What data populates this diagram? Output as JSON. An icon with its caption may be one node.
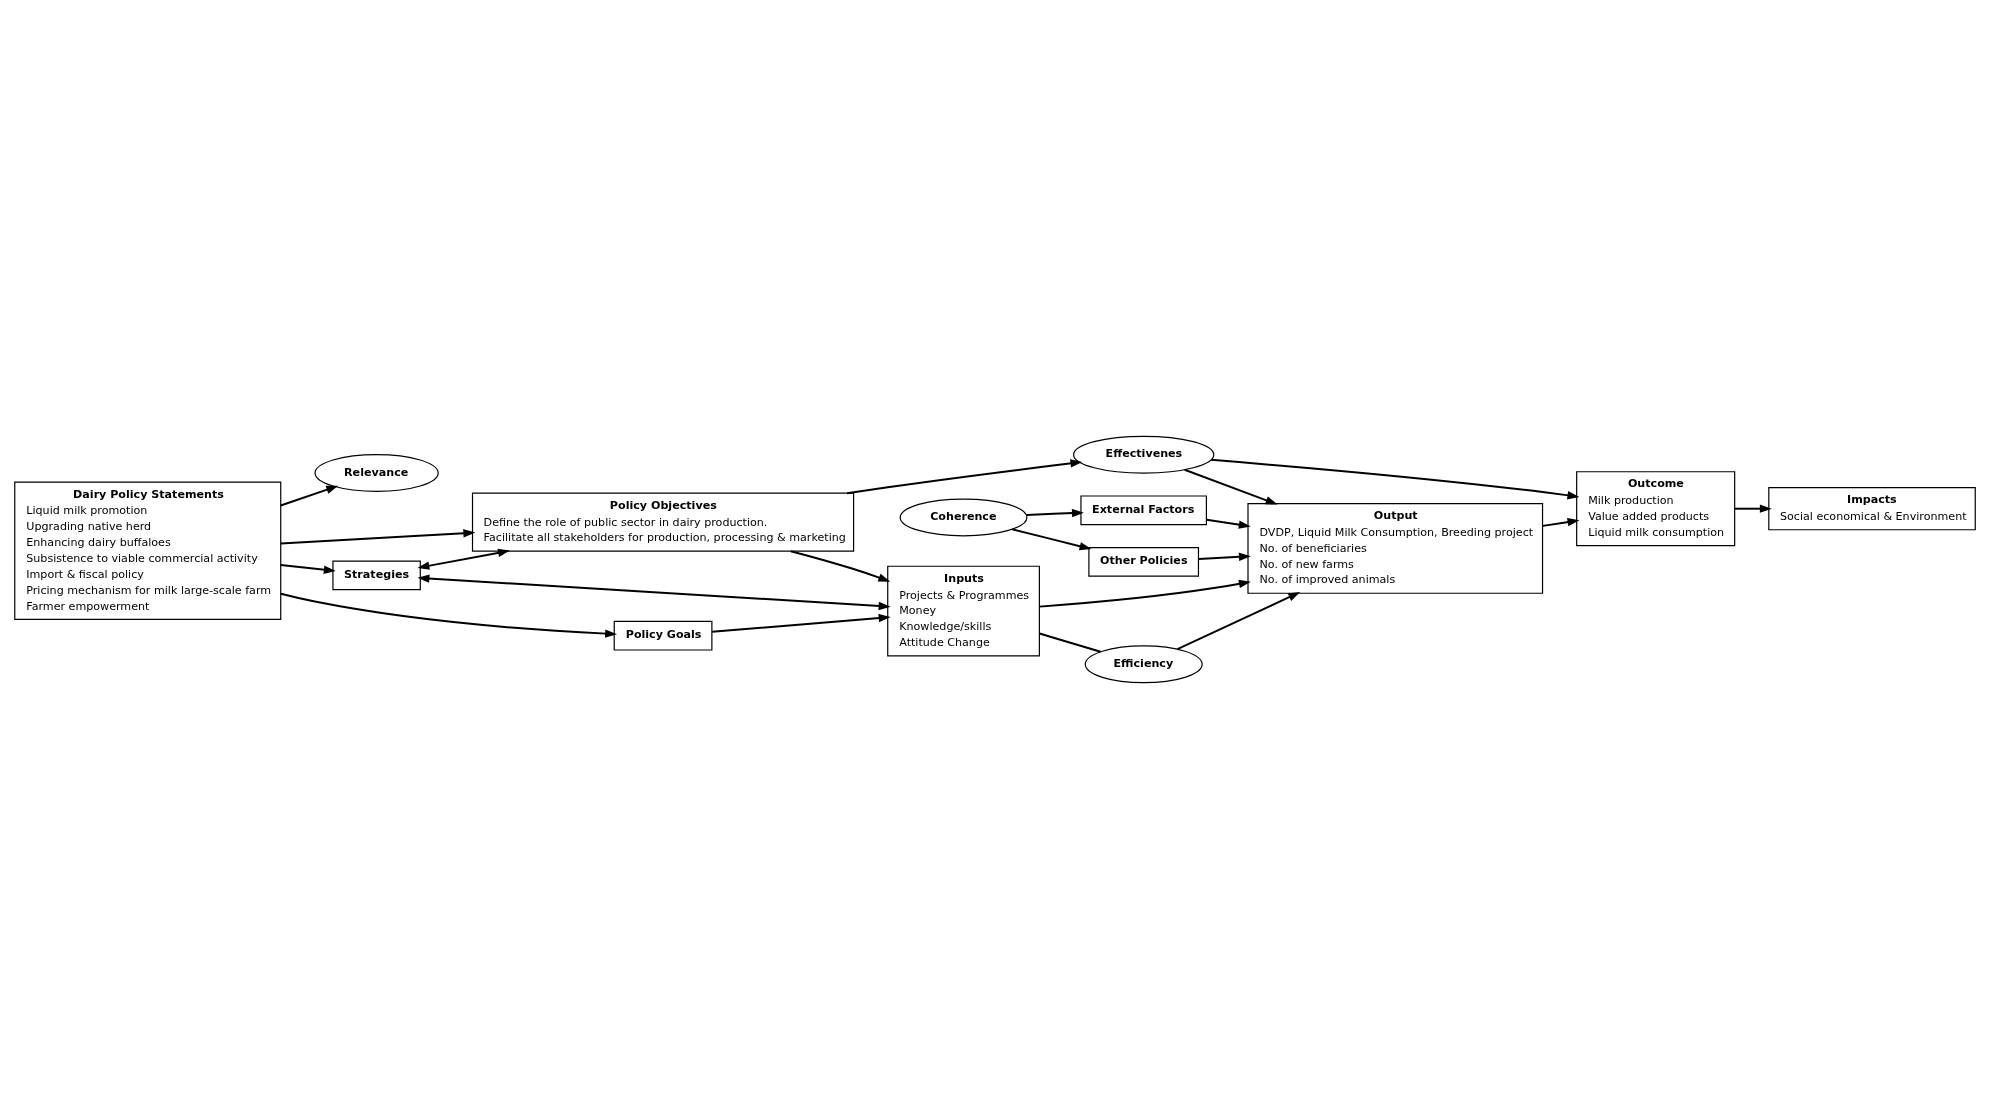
{
  "diagram": {
    "nodes": [
      {
        "text": [
          "Relevance"
        ]
      },
      {
        "text": [
          "Dairy Policy Statements",
          "Liquid milk promotion",
          "Upgrading native herd",
          "Enhancing dairy buffaloes",
          "Subsistence to viable commercial activity",
          "Import & fiscal policy",
          "Pricing mechanism for milk large-scale farm",
          "Farmer empowerment"
        ]
      },
      {
        "text": [
          "Policy Goals"
        ]
      },
      {
        "text": [
          "Coherence"
        ]
      },
      {
        "text": [
          "External Factors"
        ]
      },
      {
        "text": [
          "Other Policies"
        ]
      },
      {
        "text": [
          "Impacts",
          "Social economical & Environment"
        ]
      },
      {
        "text": [
          "Strategies"
        ]
      },
      {
        "text": [
          "Policy Objectives",
          "Define the role of public sector in dairy production.",
          "Facilitate all stakeholders for production, processing & marketing"
        ]
      },
      {
        "text": [
          "Inputs",
          "Projects & Programmes",
          "Money",
          "Knowledge/skills",
          "Attitude Change"
        ]
      },
      {
        "text": [
          "Output",
          "DVDP, Liquid Milk Consumption, Breeding project",
          "No. of beneficiaries",
          "No. of new farms",
          "No. of improved animals"
        ]
      },
      {
        "text": [
          "Outcome",
          "Milk production",
          "Value added products",
          "Liquid milk consumption"
        ]
      },
      {
        "text": [
          "Efficiency"
        ]
      },
      {
        "text": [
          "Effectivenes"
        ]
      }
    ],
    "edges": [
      {
        "from": 1,
        "to": 0,
        "arrow": "to"
      },
      {
        "from": 1,
        "to": 2,
        "arrow": "to"
      },
      {
        "from": 1,
        "to": 7,
        "arrow": "to"
      },
      {
        "from": 1,
        "to": 8,
        "arrow": "to"
      },
      {
        "from": 7,
        "to": 8,
        "arrow": "both"
      },
      {
        "from": 7,
        "to": 9,
        "arrow": "both"
      },
      {
        "from": 2,
        "to": 9,
        "arrow": "to"
      },
      {
        "from": 3,
        "to": 4,
        "arrow": "to"
      },
      {
        "from": 3,
        "to": 5,
        "arrow": "to"
      },
      {
        "from": 4,
        "to": 10,
        "arrow": "to"
      },
      {
        "from": 5,
        "to": 10,
        "arrow": "to"
      },
      {
        "from": 8,
        "to": 9,
        "arrow": "to"
      },
      {
        "from": 9,
        "to": 10,
        "arrow": "to"
      },
      {
        "from": 10,
        "to": 11,
        "arrow": "to"
      },
      {
        "from": 11,
        "to": 6,
        "arrow": "to"
      },
      {
        "from": 9,
        "to": 12,
        "arrow": "none"
      },
      {
        "from": 12,
        "to": 10,
        "arrow": "to"
      },
      {
        "from": 13,
        "to": 10,
        "arrow": "to"
      },
      {
        "from": 13,
        "to": 11,
        "arrow": "to"
      },
      {
        "from": 8,
        "to": 13,
        "arrow": "to"
      }
    ]
  }
}
